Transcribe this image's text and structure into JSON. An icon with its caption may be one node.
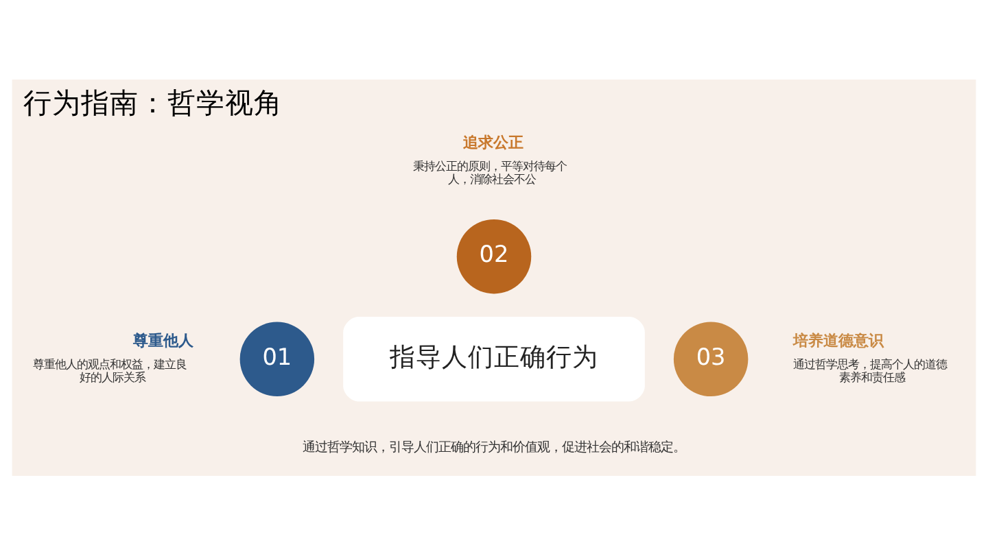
{
  "diagram": {
    "title": "行为指南：哲学视角",
    "nodes": [
      {
        "text": [
          "01"
        ],
        "beside": [
          "尊重他人",
          "尊重他人的观点和权益，建立良好的人际关系"
        ]
      },
      {
        "text": [
          "02"
        ],
        "beside": [
          "追求公正",
          "秉持公正的原则，平等对待每个人，消除社会不公"
        ]
      },
      {
        "text": [
          "03"
        ],
        "beside": [
          "培养道德意识",
          "通过哲学思考，提高个人的道德素养和责任感"
        ]
      },
      {
        "text": [
          "指导人们正确行为"
        ]
      }
    ],
    "labels": [
      "通过哲学知识，引导人们正确的行为和价值观，促进社会的和谐稳定。"
    ]
  }
}
